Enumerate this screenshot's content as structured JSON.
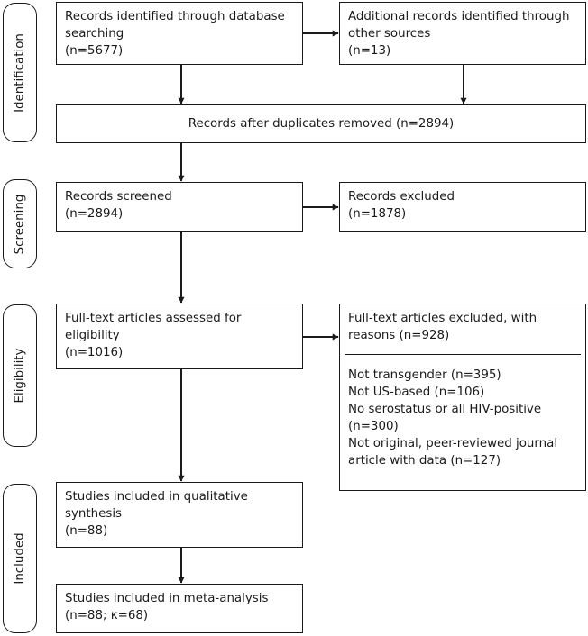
{
  "stages": {
    "identification": "Identification",
    "screening": "Screening",
    "eligibility": "Eligibility",
    "included": "Included"
  },
  "boxes": {
    "db_search": [
      "Records identified through database",
      "searching",
      "(n=5677)"
    ],
    "other_sources": [
      "Additional records identified through",
      "other sources",
      "(n=13)"
    ],
    "duplicates_removed": "Records after duplicates removed (n=2894)",
    "screened": [
      "Records screened",
      "(n=2894)"
    ],
    "excluded": [
      "Records excluded",
      "(n=1878)"
    ],
    "fulltext_assessed": [
      "Full-text articles assessed for",
      "eligibility",
      "(n=1016)"
    ],
    "fulltext_excluded": {
      "header": [
        "Full-text articles excluded, with",
        "reasons (n=928)"
      ],
      "reasons": [
        "Not transgender (n=395)",
        "Not US-based (n=106)",
        "No serostatus or all HIV-positive",
        "(n=300)",
        "Not original, peer-reviewed journal",
        "article with data (n=127)"
      ]
    },
    "qualitative": [
      "Studies included in qualitative",
      "synthesis",
      "(n=88)"
    ],
    "meta_analysis": [
      "Studies included in meta-analysis",
      "(n=88; κ=68)"
    ]
  }
}
